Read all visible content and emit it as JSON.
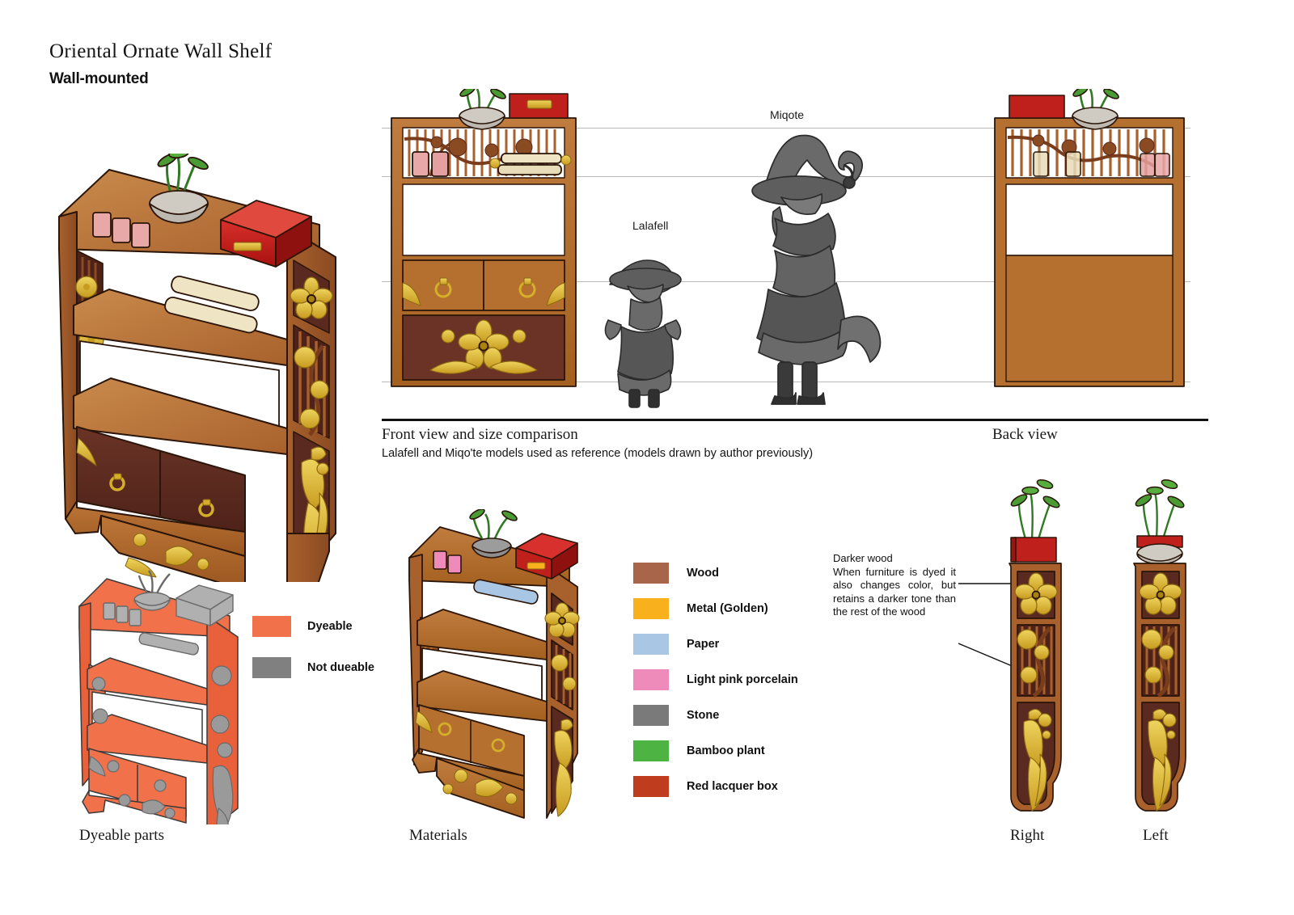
{
  "header": {
    "title": "Oriental Ornate Wall Shelf",
    "subtitle": "Wall-mounted"
  },
  "size_comparison": {
    "labels": {
      "miqote": "Miqote",
      "lalafell": "Lalafell"
    },
    "caption_title": "Front view and size comparison",
    "caption_note": "Lalafell and Miqo'te models used as reference (models drawn by author previously)",
    "back_view_label": "Back view"
  },
  "dyeable": {
    "caption": "Dyeable parts",
    "legend": [
      {
        "label": "Dyeable",
        "color": "#F0714A"
      },
      {
        "label": "Not dueable",
        "color": "#808080"
      }
    ]
  },
  "materials": {
    "caption": "Materials",
    "legend": [
      {
        "label": "Wood",
        "color": "#A9654A"
      },
      {
        "label": "Metal (Golden)",
        "color": "#F8B01C"
      },
      {
        "label": "Paper",
        "color": "#A9C6E5"
      },
      {
        "label": "Light pink porcelain",
        "color": "#EE8BBB"
      },
      {
        "label": "Stone",
        "color": "#7A7A7A"
      },
      {
        "label": "Bamboo plant",
        "color": "#4DB443"
      },
      {
        "label": "Red lacquer box",
        "color": "#BF3C1E"
      }
    ]
  },
  "side_views": {
    "annotation": {
      "heading": "Darker wood",
      "body": "When furniture is dyed it also changes color, but retains a darker tone than the rest of the wood"
    },
    "right_caption": "Right",
    "left_caption": "Left"
  },
  "palette": {
    "wood_light": "#C07C3E",
    "wood_mid": "#A8612C",
    "wood_dark": "#8A4A22",
    "wood_deep": "#5C2B20",
    "gold": "#D4AF2A",
    "gold_light": "#E8CE55",
    "lacquer_red": "#C0201C",
    "porcelain": "#E8A8A8",
    "stone": "#B8B5B0",
    "bamboo": "#4A9B34",
    "paper": "#EFE4C4",
    "outline": "#2a1508"
  }
}
